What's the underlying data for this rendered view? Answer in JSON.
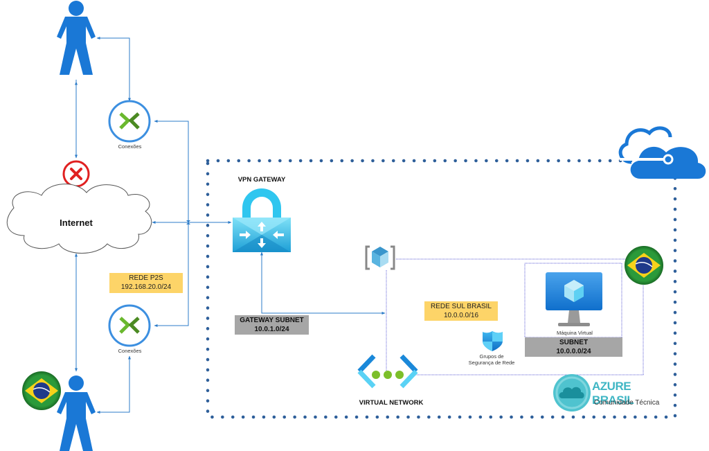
{
  "diagram": {
    "colors": {
      "connector": "#2b7bc8",
      "azure_dots": "#2e5f9a",
      "vnet_dotted": "#5b5bd6",
      "person": "#1a78d6",
      "yellow_tag": "#fdd468",
      "gray_tag": "#a6a6a6",
      "error": "#e02020"
    },
    "users": [
      {
        "name": "user-top",
        "icon": "person-icon"
      },
      {
        "name": "user-bottom-brazil",
        "icon": "person-icon",
        "badge": "brazil-flag-icon"
      }
    ],
    "connections_top": {
      "label": "Conexões",
      "icon": "vpn-connections-icon"
    },
    "connections_bottom": {
      "label": "Conexões",
      "icon": "vpn-connections-icon"
    },
    "blocked": {
      "icon": "error-x-icon"
    },
    "internet": {
      "label": "Internet",
      "icon": "cloud-icon"
    },
    "p2s": {
      "line1": "REDE P2S",
      "line2": "192.168.20.0/24"
    },
    "vpn_gateway": {
      "title": "VPN GATEWAY",
      "icon": "vpn-gateway-lock-icon"
    },
    "gateway_subnet": {
      "line1": "GATEWAY SUBNET",
      "line2": "10.0.1.0/24"
    },
    "resource_group": {
      "icon": "resource-group-cube-icon"
    },
    "rede_sul": {
      "line1": "REDE SUL BRASIL",
      "line2": "10.0.0.0/16"
    },
    "nsg": {
      "line1": "Grupos de",
      "line2": "Segurança de Rede",
      "icon": "nsg-shield-icon"
    },
    "vm": {
      "label": "Máquina Virtual",
      "icon": "virtual-machine-icon"
    },
    "subnet": {
      "line1": "SUBNET",
      "line2": "10.0.0.0/24"
    },
    "virtual_network": {
      "label": "VIRTUAL NETWORK",
      "icon": "virtual-network-icon"
    },
    "azure_brasil": {
      "title": "AZURE BRASIL",
      "subtitle": "Comunidade Técnica"
    },
    "azure_cloud": {
      "icon": "azure-cloud-icon"
    }
  }
}
